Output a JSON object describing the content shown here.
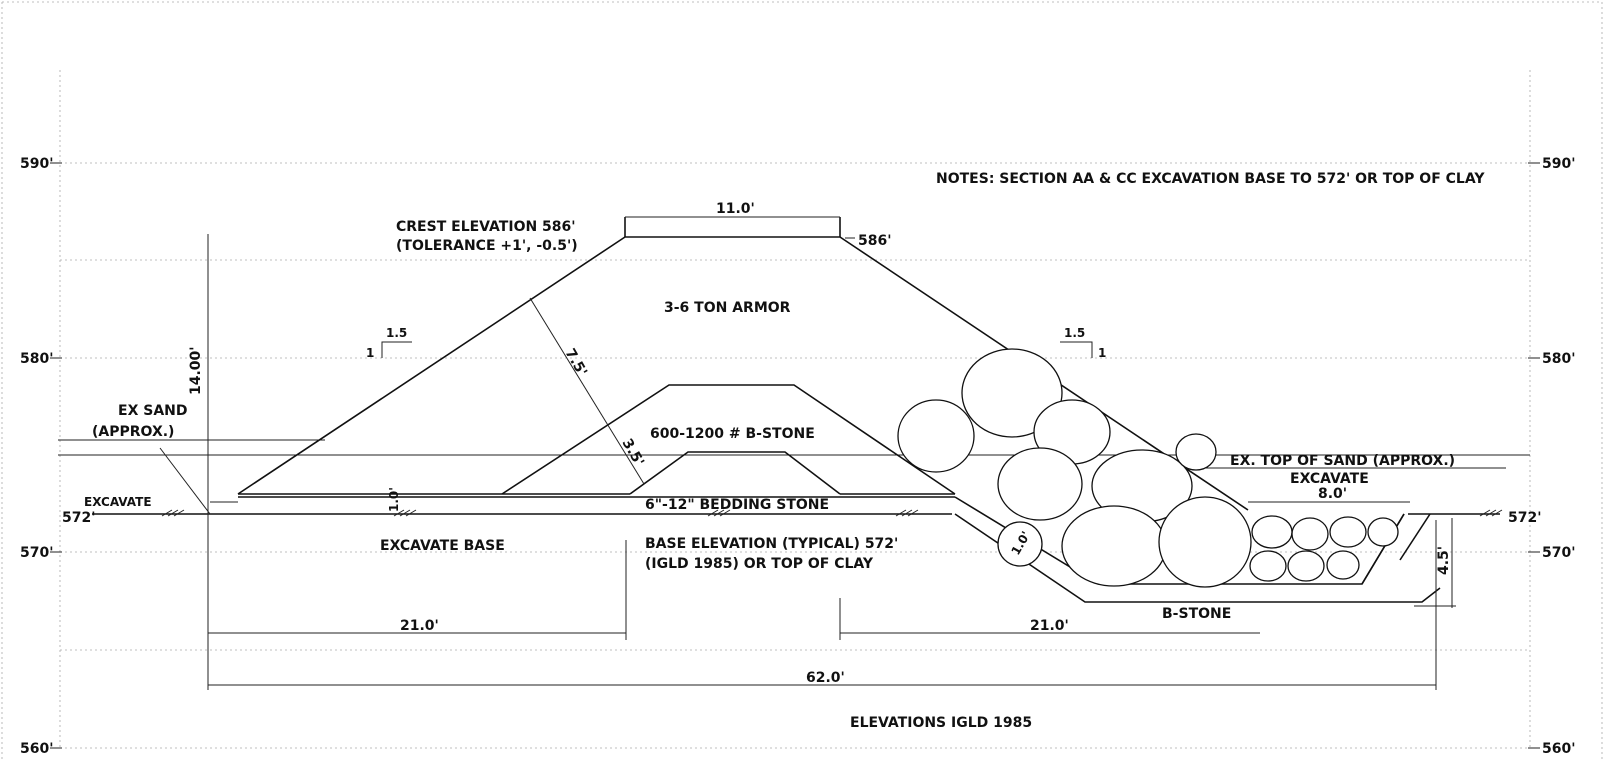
{
  "notes": "NOTES: SECTION AA & CC EXCAVATION BASE TO 572' OR TOP OF CLAY",
  "elevations_left": [
    "590'",
    "580'",
    "570'",
    "560'"
  ],
  "elevations_right": [
    "590'",
    "580'",
    "570'",
    "560'"
  ],
  "labels": {
    "crest_1": "CREST ELEVATION 586'",
    "crest_2": "(TOLERANCE +1', -0.5')",
    "crest_width": "11.0'",
    "crest_elev": "586'",
    "armor": "3-6 TON ARMOR",
    "bstone": "600-1200 # B-STONE",
    "bedding": "6\"-12\" BEDDING STONE",
    "ex_sand_1": "EX SAND",
    "ex_sand_2": "(APPROX.)",
    "excavate_left": "EXCAVATE",
    "el_572_left": "572'",
    "el_572_right": "572'",
    "excavate_base": "EXCAVATE BASE",
    "base_elev_1": "BASE ELEVATION (TYPICAL) 572'",
    "base_elev_2": "(IGLD 1985) OR TOP OF CLAY",
    "ex_top_sand": "EX. TOP OF SAND (APPROX.)",
    "excavate_right": "EXCAVATE",
    "toe_width": "8.0'",
    "toe_depth": "4.5'",
    "b_stone_toe": "B-STONE",
    "dim_21_left": "21.0'",
    "dim_21_right": "21.0'",
    "dim_62": "62.0'",
    "dim_14": "14.00'",
    "dim_7_5": "7.5'",
    "dim_3_5": "3.5'",
    "dim_1_0_a": "1.0'",
    "dim_1_0_b": "1.0'",
    "slope_left_run": "1.5",
    "slope_left_rise": "1",
    "slope_right_run": "1.5",
    "slope_right_rise": "1",
    "elevations_datum": "ELEVATIONS IGLD 1985"
  }
}
